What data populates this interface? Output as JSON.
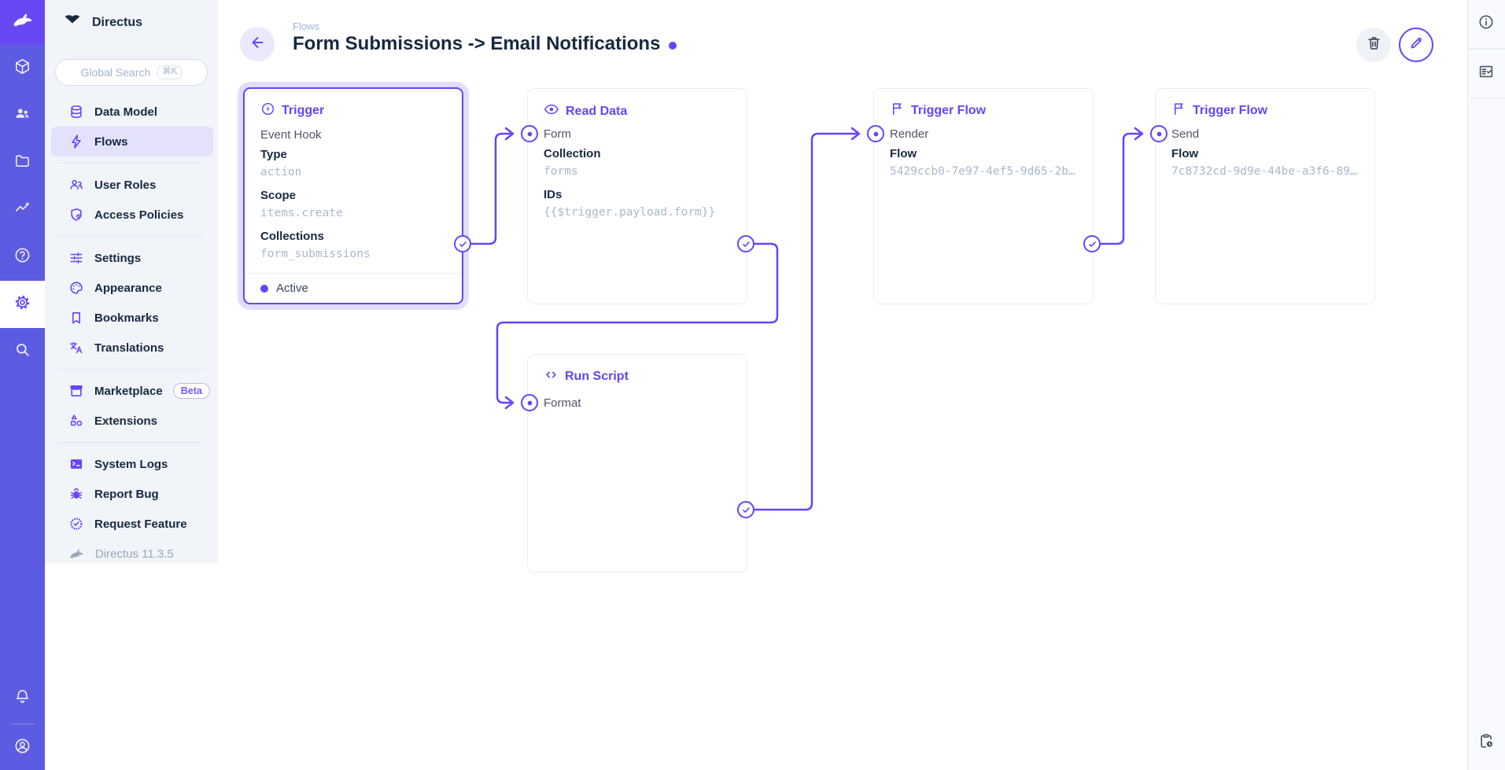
{
  "colors": {
    "accent": "#6644ff",
    "module_bar_bg": "#5d5be2",
    "logo_tile_bg": "#6848f2",
    "sidebar_bg": "#f1f4f9",
    "nav_active_bg": "#e4e1fa",
    "heading_text": "#172940",
    "body_text": "#4f5464",
    "subdued_text": "#a2b5cd",
    "border": "#e4eaf1",
    "card_border": "#eceff5",
    "selection_halo": "#e2ddff"
  },
  "module_bar": {
    "logo_icon": "rabbit-icon",
    "icons": [
      "cube-icon",
      "users-icon",
      "folder-icon",
      "insights-icon",
      "help-icon",
      "gear-icon",
      "search-icon"
    ],
    "active_icon": "gear-icon",
    "bottom_icons": [
      "bell-icon",
      "user-circle-icon"
    ]
  },
  "sidebar": {
    "project_name": "Directus",
    "search": {
      "placeholder": "Global Search",
      "shortcut": "⌘K"
    },
    "sections": [
      {
        "items": [
          {
            "label": "Data Model"
          },
          {
            "label": "Flows",
            "active": true
          }
        ]
      },
      {
        "items": [
          {
            "label": "User Roles"
          },
          {
            "label": "Access Policies"
          }
        ]
      },
      {
        "items": [
          {
            "label": "Settings"
          },
          {
            "label": "Appearance"
          },
          {
            "label": "Bookmarks"
          },
          {
            "label": "Translations"
          }
        ]
      },
      {
        "items": [
          {
            "label": "Marketplace",
            "badge": "Beta"
          },
          {
            "label": "Extensions"
          }
        ]
      },
      {
        "items": [
          {
            "label": "System Logs"
          },
          {
            "label": "Report Bug"
          },
          {
            "label": "Request Feature"
          }
        ]
      }
    ],
    "version": "Directus 11.3.5"
  },
  "header": {
    "breadcrumb": "Flows",
    "title": "Form Submissions -> Email Notifications"
  },
  "flow": {
    "nodes": [
      {
        "title": "Trigger",
        "icon": "bolt-circle-icon",
        "name": "Event Hook",
        "selected": true,
        "status": "Active",
        "fields": [
          {
            "label": "Type",
            "value": "action"
          },
          {
            "label": "Scope",
            "value": "items.create"
          },
          {
            "label": "Collections",
            "value": "form_submissions"
          }
        ]
      },
      {
        "title": "Read Data",
        "icon": "eye-icon",
        "name": "Form",
        "fields": [
          {
            "label": "Collection",
            "value": "forms"
          },
          {
            "label": "IDs",
            "value": "{{$trigger.payload.form}}"
          }
        ]
      },
      {
        "title": "Trigger Flow",
        "icon": "flag-icon",
        "name": "Render",
        "fields": [
          {
            "label": "Flow",
            "value": "5429ccb0-7e97-4ef5-9d65-2b…"
          }
        ]
      },
      {
        "title": "Trigger Flow",
        "icon": "flag-icon",
        "name": "Send",
        "fields": [
          {
            "label": "Flow",
            "value": "7c8732cd-9d9e-44be-a3f6-89…"
          }
        ]
      },
      {
        "title": "Run Script",
        "icon": "code-icon",
        "name": "Format",
        "fields": []
      }
    ]
  },
  "right_sidebar": {
    "icons": [
      "info-icon",
      "list-check-icon",
      "clipboard-clock-icon"
    ]
  }
}
